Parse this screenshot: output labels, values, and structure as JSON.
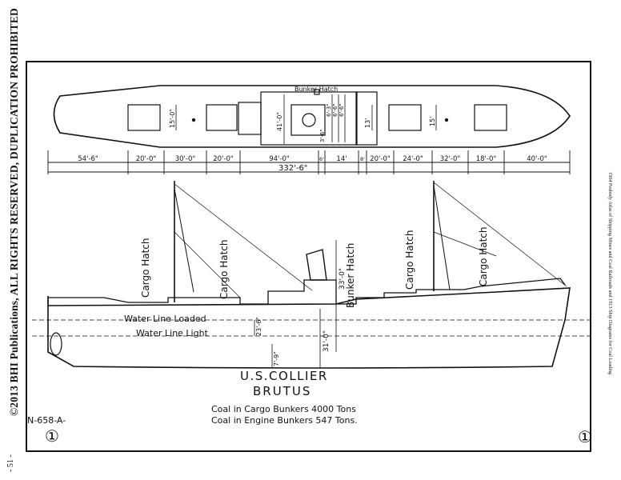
{
  "margin": {
    "copyright": "©2013 BHI Publications, ALL RIGHTS RESERVED, DUPLICATION PROHIBITED",
    "page_number": "- 51 -",
    "side_note": "1904 Peabody Atlas of Shipping Mines and Coal Railroads and 1913 Ship Diagrams for Coal Loading"
  },
  "title": {
    "line1": "U.S.COLLIER",
    "line2": "BRUTUS"
  },
  "cargo": {
    "line1": "Coal in Cargo Bunkers 4000 Tons",
    "line2": "Coal in Engine Bunkers 547 Tons."
  },
  "drawing_number": "N-658-A-",
  "plan": {
    "bunker_label": "Bunker Hatch",
    "hatch_dims": [
      "15'-0\"",
      "41'-0\"",
      "13'",
      "15'"
    ],
    "bunker_dims": [
      "6'-3\"",
      "6'-6\"",
      "6'-6\"",
      "3'-6\""
    ],
    "segments": [
      "54'-6\"",
      "20'-0\"",
      "30'-0\"",
      "20'-0\"",
      "94'-0\"",
      "6'",
      "14'",
      "8'",
      "20'-0\"",
      "24'-0\"",
      "32'-0\"",
      "18'-0\"",
      "40'-0\""
    ],
    "overall": "332'-6\""
  },
  "profile": {
    "hatch_labels": [
      "Cargo Hatch",
      "Cargo Hatch",
      "Bunker Hatch",
      "Cargo Hatch",
      "Cargo Hatch"
    ],
    "waterline_loaded": "Water Line Loaded",
    "waterline_light": "Water Line Light",
    "vertical_dims": [
      "33'-0\"",
      "31'-0\"",
      "23'-6\"",
      "7'-9\""
    ]
  },
  "circle_left": "①",
  "circle_right": "①"
}
